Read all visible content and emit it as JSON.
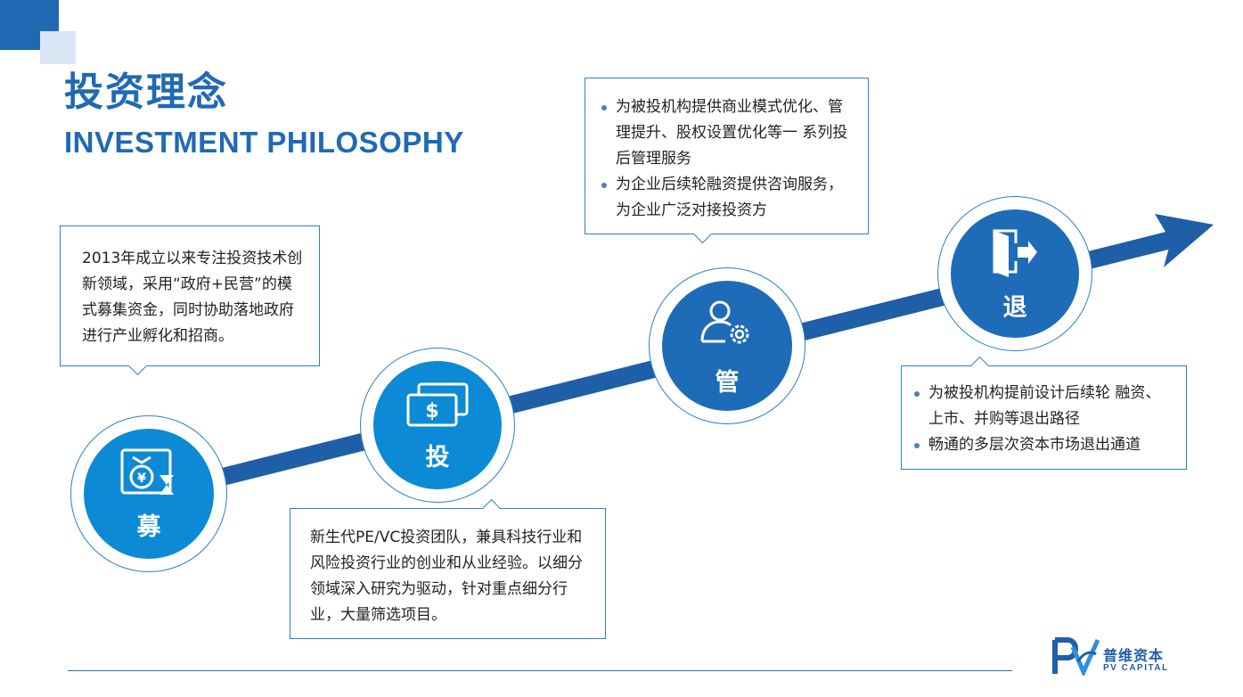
{
  "title": {
    "cn": "投资理念",
    "en": "INVESTMENT PHILOSOPHY"
  },
  "colors": {
    "primary": "#1f6ab3",
    "stage_light": "#0d8ad6",
    "stage_dark": "#1e6cb8",
    "arrow": "#1e5fa8"
  },
  "stages": [
    {
      "label": "募",
      "icon": "money-bag-hourglass-icon"
    },
    {
      "label": "投",
      "icon": "banknote-dollar-icon"
    },
    {
      "label": "管",
      "icon": "user-gear-icon"
    },
    {
      "label": "退",
      "icon": "exit-door-icon"
    }
  ],
  "callouts": {
    "fundraise": "2013年成立以来专注投资技术创新领域，采用“政府+民营”的模式募集资金，同时协助落地政府进行产业孵化和招商。",
    "invest": "新生代PE/VC投资团队，兼具科技行业和风险投资行业的创业和从业经验。以细分领域深入研究为驱动，针对重点细分行业，大量筛选项目。",
    "manage": [
      "为被投机构提供商业模式优化、管理提升、股权设置优化等一 系列投后管理服务",
      "为企业后续轮融资提供咨询服务，为企业广泛对接投资方"
    ],
    "exit": [
      "为被投机构提前设计后续轮 融资、上市、并购等退出路径",
      "畅通的多层次资本市场退出通道"
    ]
  },
  "logo": {
    "cn": "普维资本",
    "en": "PV CAPITAL"
  }
}
